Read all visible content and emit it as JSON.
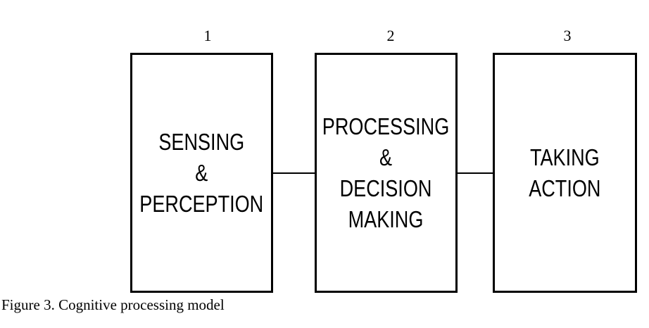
{
  "diagram": {
    "stages": [
      {
        "number": "1",
        "lines": [
          "SENSING",
          "&",
          "PERCEPTION"
        ]
      },
      {
        "number": "2",
        "lines": [
          "PROCESSING",
          "&",
          "DECISION",
          "MAKING"
        ]
      },
      {
        "number": "3",
        "lines": [
          "TAKING",
          "ACTION"
        ]
      }
    ]
  },
  "caption": "Figure 3. Cognitive processing model"
}
